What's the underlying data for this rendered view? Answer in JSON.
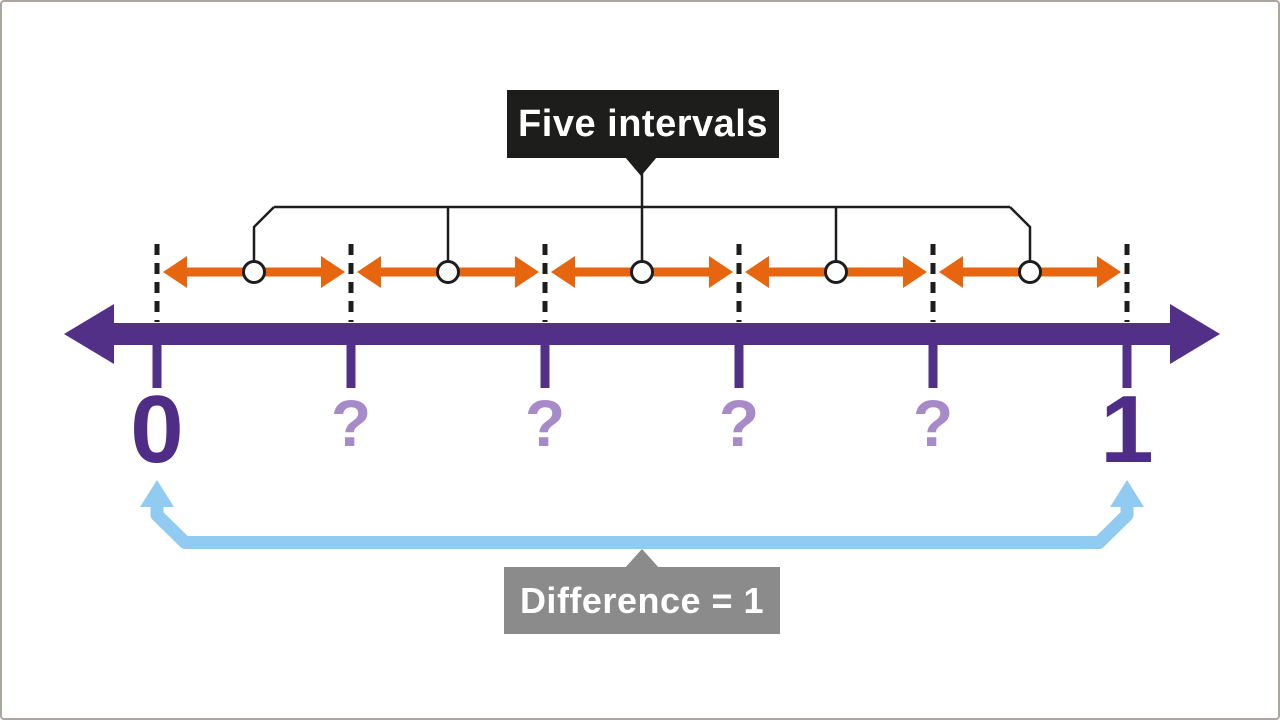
{
  "diagram": {
    "type": "number-line",
    "description": "Number line from 0 to 1 divided into five equal intervals with four unknown tick values",
    "range_min": 0,
    "range_max": 1,
    "intervals": 5,
    "unknown_tick_count": 4
  },
  "callouts": {
    "top": {
      "label": "Five intervals",
      "background": "#1d1d1b",
      "text_color": "#ffffff"
    },
    "bottom": {
      "label": "Difference = 1",
      "background": "#8b8b8b",
      "text_color": "#ffffff"
    }
  },
  "number_line": {
    "tick_labels": [
      "0",
      "?",
      "?",
      "?",
      "?",
      "1"
    ],
    "known_labels": [
      "0",
      "1"
    ],
    "unknown_label": "?",
    "line_color": "#533087",
    "known_label_color": "#4f2c85",
    "unknown_label_color": "#a78bc8"
  },
  "interval_markers": {
    "count": 5,
    "arrow_color": "#e7650e",
    "guide_line_style": "dashed",
    "guide_line_color": "#1d1d1b",
    "midpoint_marker": "circle"
  },
  "difference_bracket": {
    "color": "#92cbf2",
    "spans_from": "0",
    "spans_to": "1"
  },
  "frame": {
    "border_color": "#aba69f",
    "background": "#ffffff"
  }
}
